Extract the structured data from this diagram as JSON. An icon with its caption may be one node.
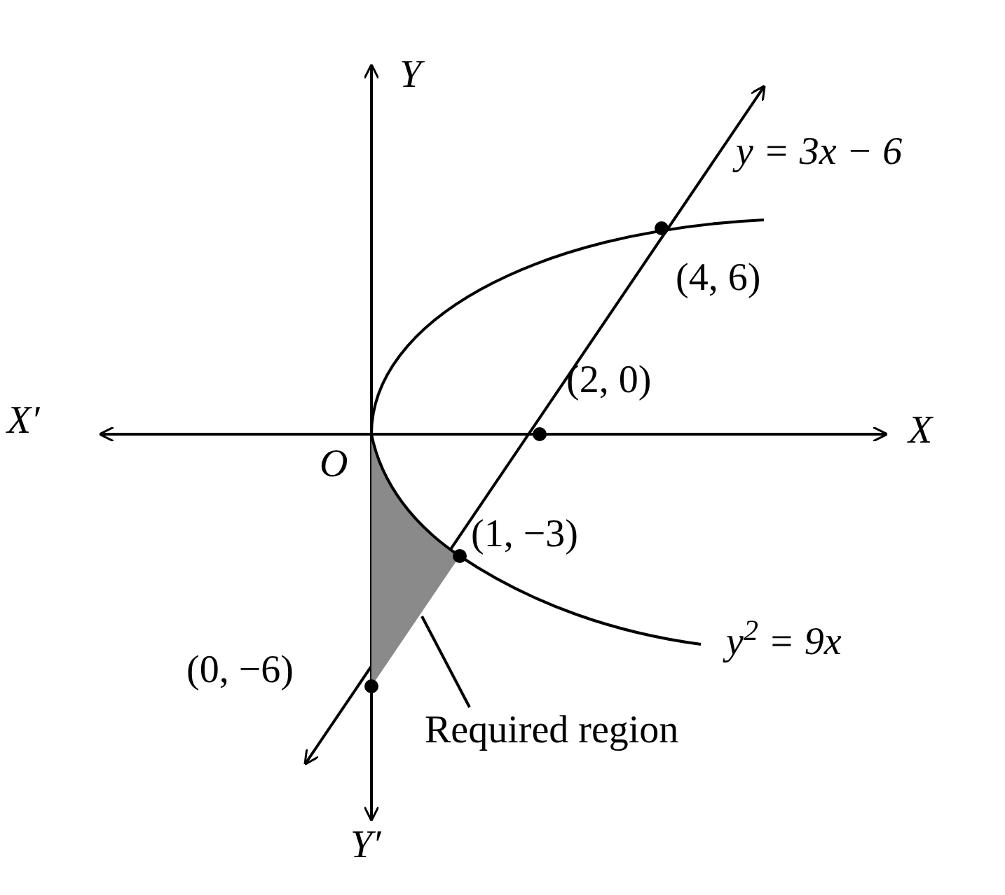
{
  "diagram": {
    "nodes": [
      {
        "text": [
          "Required region"
        ]
      },
      {
        "text": [],
        "shape": "region"
      }
    ],
    "edges": [
      {
        "from": 0,
        "to": 1,
        "arrow": "none"
      }
    ],
    "labels": [
      "Y",
      "y = 3x − 6",
      "(4, 6)",
      "X′",
      "(2, 0)",
      "X",
      "O",
      "(1, −3)",
      "y$^{2}$ = 9x",
      "(0, −6)",
      "Y′"
    ]
  }
}
